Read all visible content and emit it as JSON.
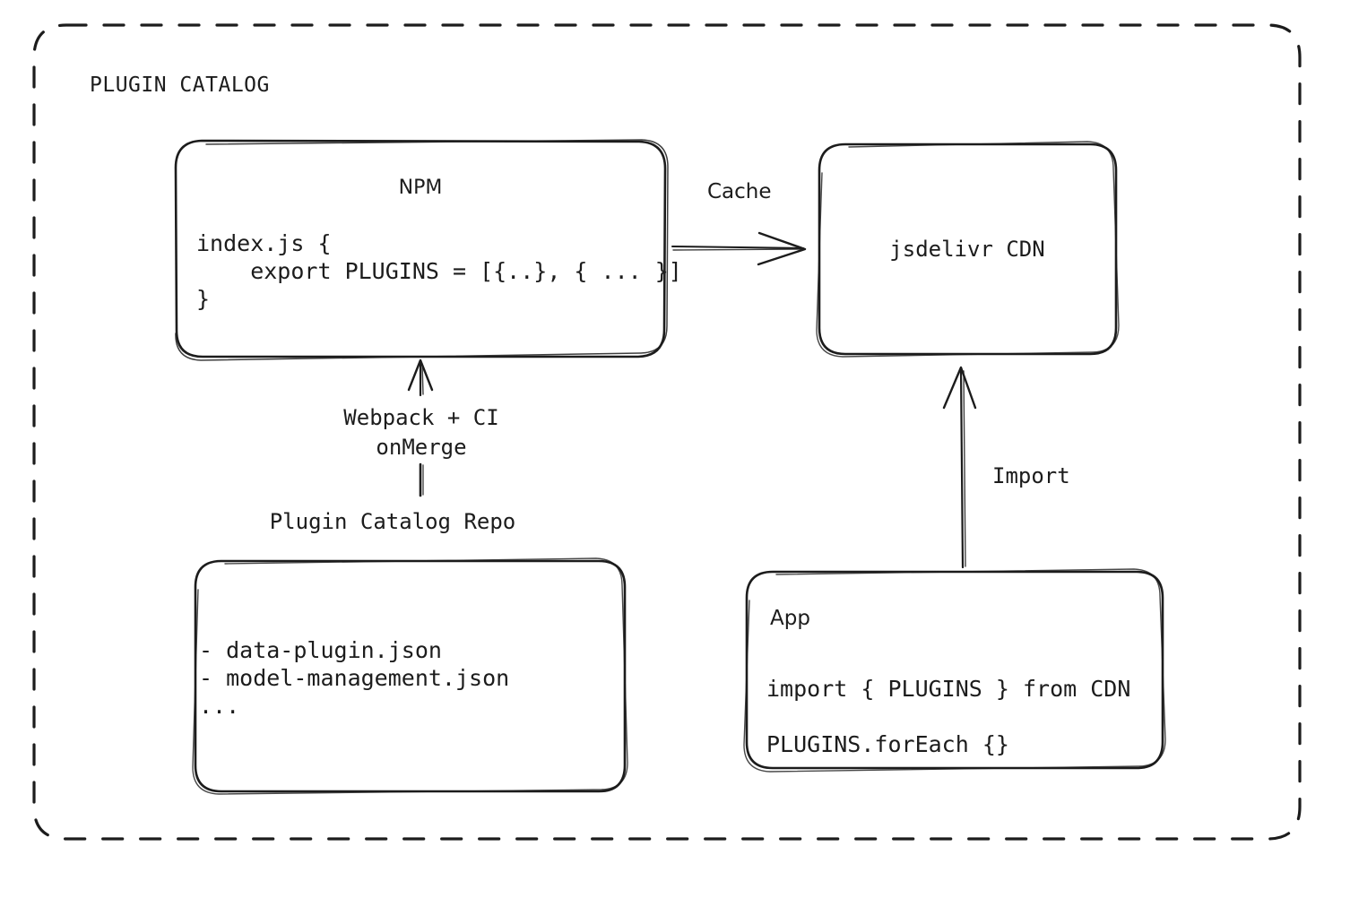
{
  "diagram": {
    "title": "PLUGIN CATALOG",
    "background": "#ffffff",
    "stroke_color": "#1c1c1c",
    "style": "hand-drawn sketch"
  },
  "nodes": {
    "npm": {
      "title": "NPM",
      "code_lines": "index.js {\n    export PLUGINS = [{..}, { ... }]\n}"
    },
    "cdn": {
      "title": "jsdelivr CDN"
    },
    "repo": {
      "label": "Plugin Catalog Repo",
      "items": "- data-plugin.json\n- model-management.json\n..."
    },
    "app": {
      "title": "App",
      "code_lines": "import { PLUGINS } from CDN\nPLUGINS.forEach {}"
    }
  },
  "edges": {
    "npm_to_cdn": {
      "label": "Cache",
      "direction": "right"
    },
    "repo_to_npm": {
      "label": "Webpack + CI\nonMerge",
      "direction": "up"
    },
    "app_to_cdn": {
      "label": "Import",
      "direction": "up"
    }
  }
}
